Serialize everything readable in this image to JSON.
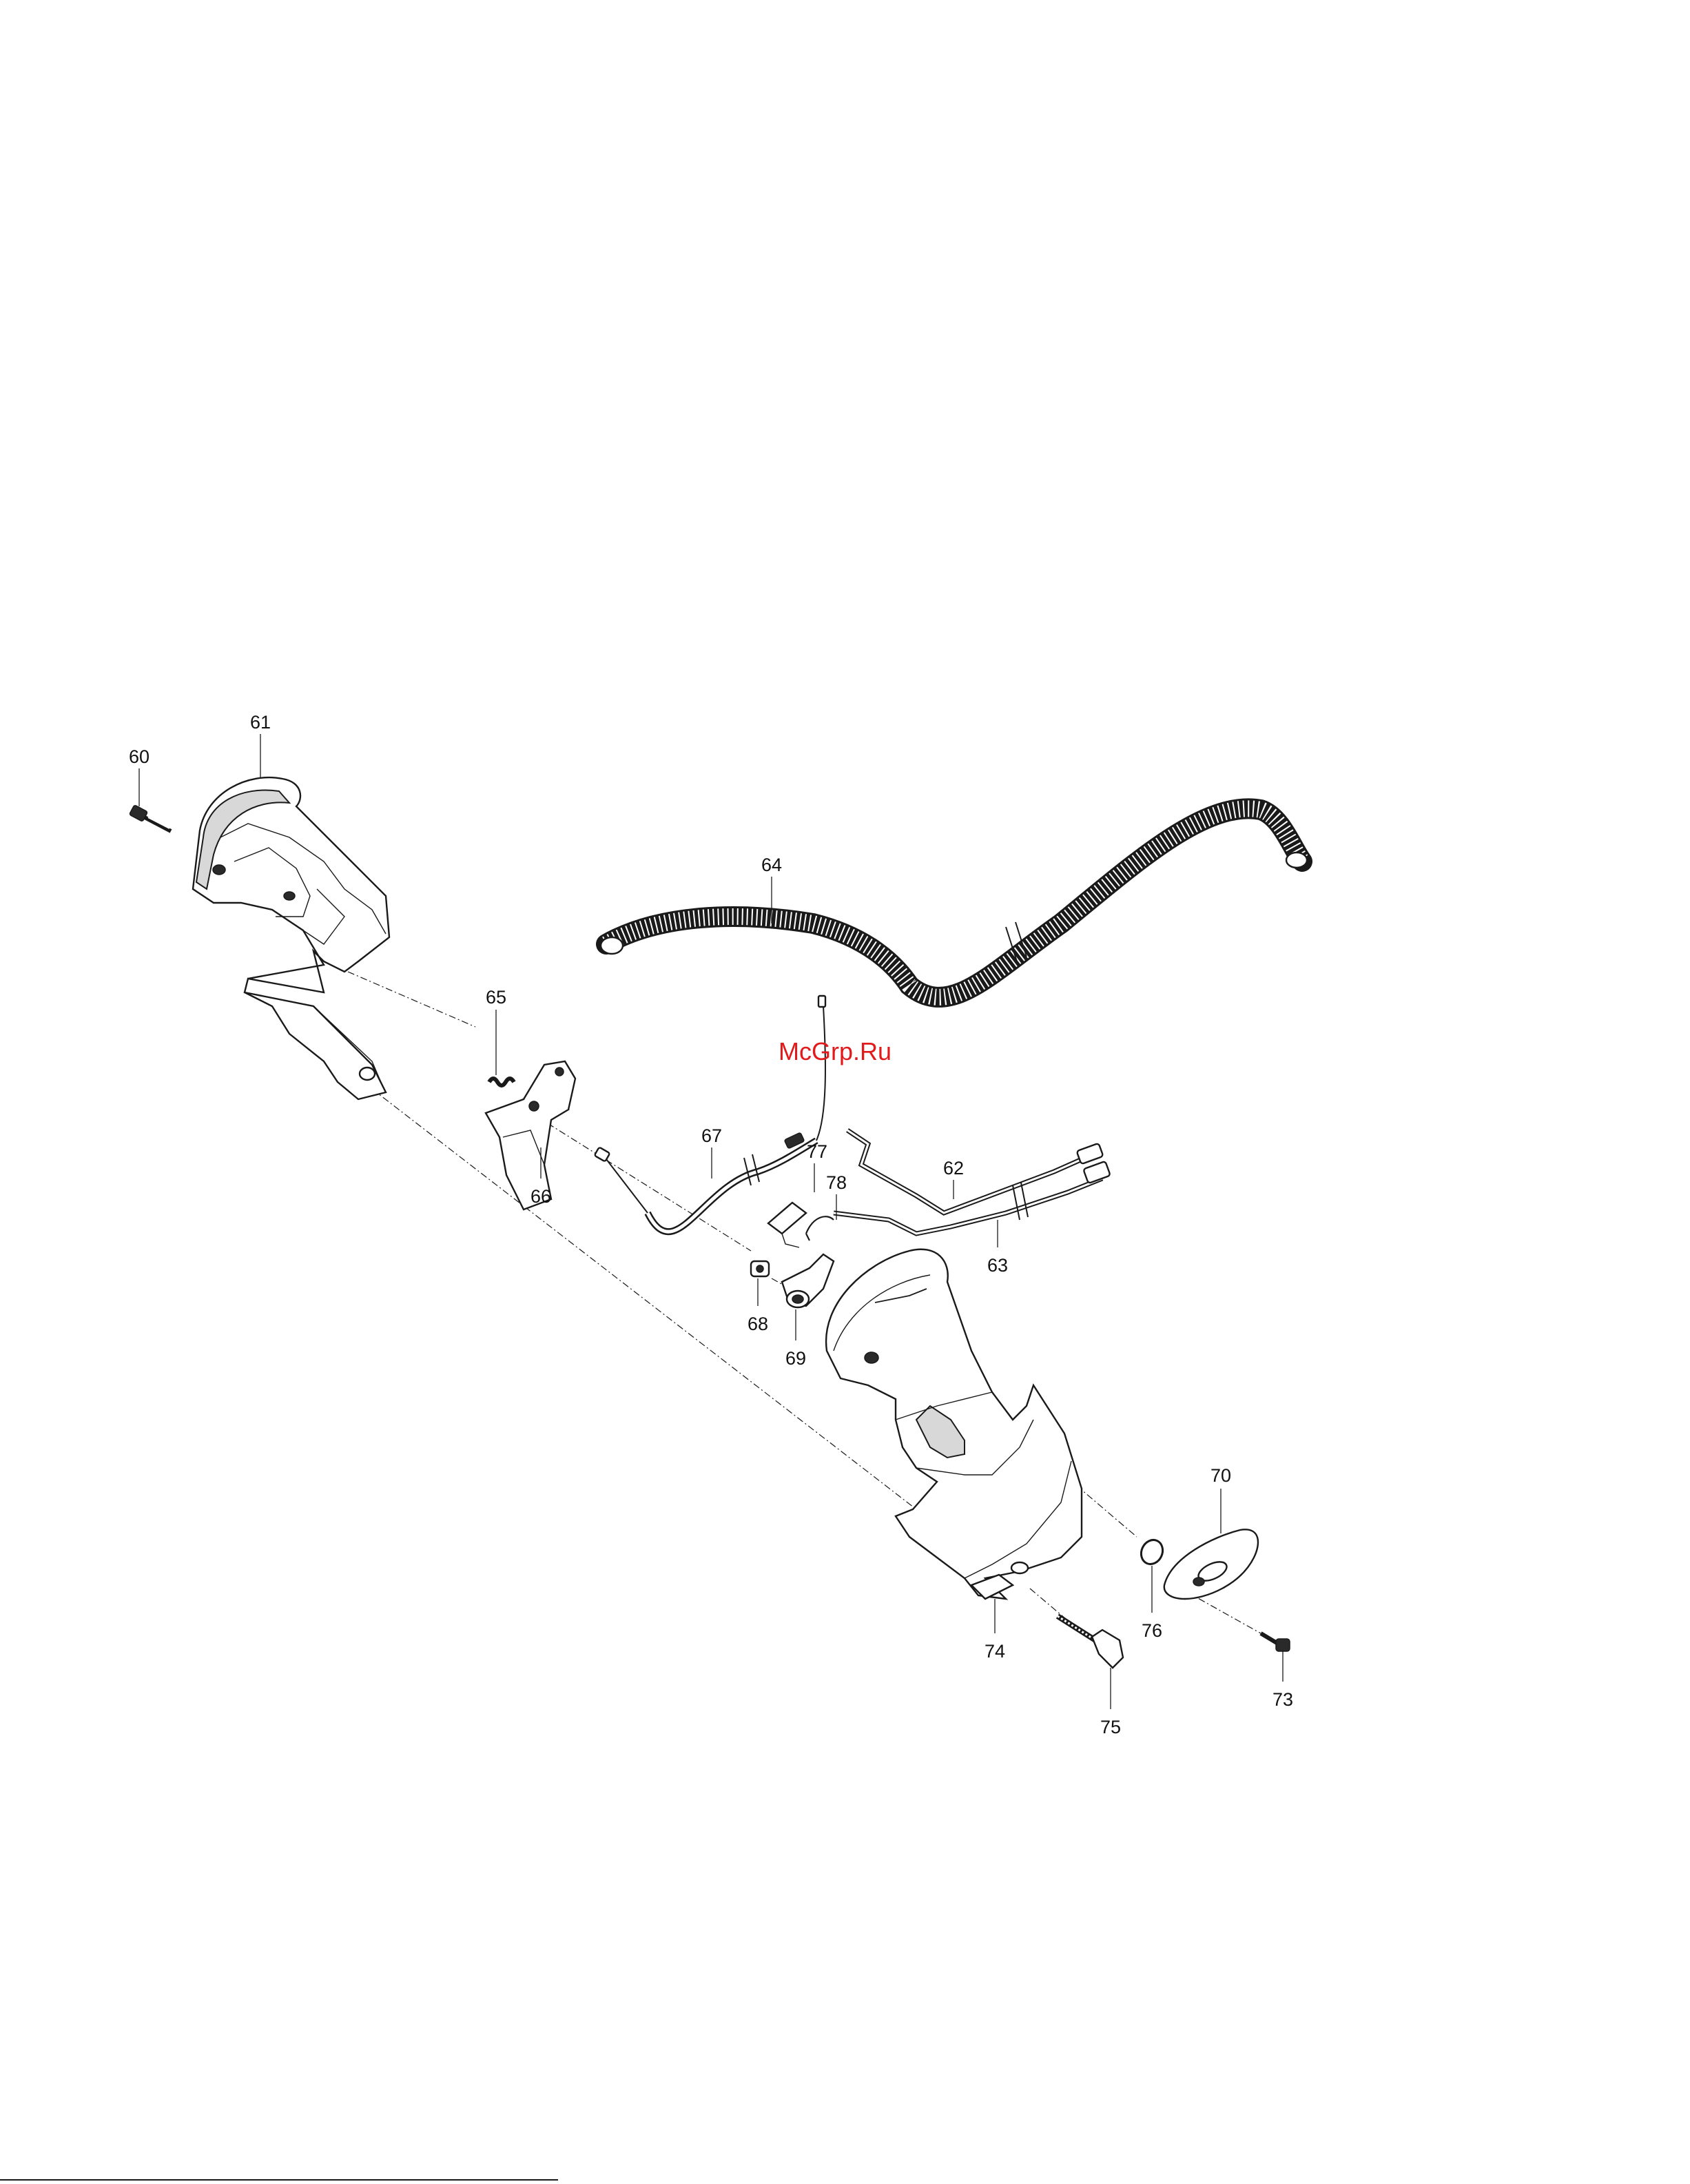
{
  "watermark": "McGrp.Ru",
  "part_numbers": {
    "p60": "60",
    "p61": "61",
    "p62": "62",
    "p63": "63",
    "p64": "64",
    "p65": "65",
    "p66": "66",
    "p67": "67",
    "p68": "68",
    "p69": "69",
    "p70": "70",
    "p73": "73",
    "p74": "74",
    "p75": "75",
    "p76": "76",
    "p77": "77",
    "p78": "78"
  },
  "colors": {
    "ink": "#1a1a1a",
    "watermark": "#e11b1b",
    "background": "#ffffff"
  }
}
